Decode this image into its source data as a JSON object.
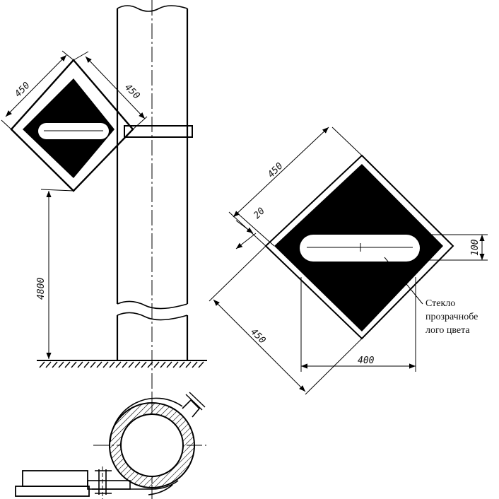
{
  "dimensions": {
    "small_side_a": "450",
    "small_side_b": "450",
    "mount_height": "4800",
    "large_side_top": "450",
    "large_border": "20",
    "large_side_bottom": "450",
    "slot_height": "100",
    "slot_width": "400"
  },
  "note": {
    "line1": "Стекло",
    "line2": "прозрачнобе",
    "line3": "лого цвета"
  }
}
